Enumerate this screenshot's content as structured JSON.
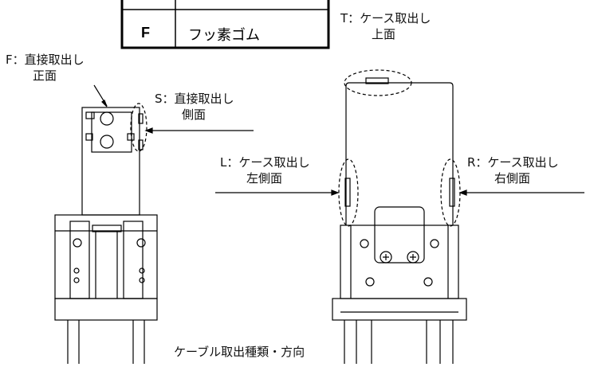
{
  "table": {
    "code": "F",
    "material": "フッ素ゴム"
  },
  "labels": {
    "f_line1": "F：直接取出し",
    "f_line2": "正面",
    "s_line1": "S：直接取出し",
    "s_line2": "側面",
    "t_line1": "T：ケース取出し",
    "t_line2": "上面",
    "l_line1": "L：ケース取出し",
    "l_line2": "左側面",
    "r_line1": "R：ケース取出し",
    "r_line2": "右側面",
    "caption": "ケーブル取出種類・方向"
  }
}
